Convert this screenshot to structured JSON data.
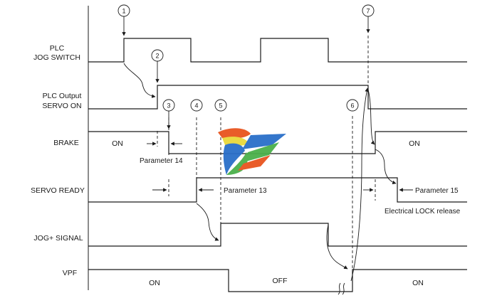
{
  "signals": {
    "plc_jog_switch": [
      "PLC",
      "JOG SWITCH"
    ],
    "plc_output_servo_on": [
      "PLC Output",
      "SERVO ON"
    ],
    "brake": "BRAKE",
    "servo_ready": "SERVO READY",
    "jog_plus_signal": "JOG+ SIGNAL",
    "vpf": "VPF"
  },
  "states": {
    "brake_initial": "ON",
    "brake_final": "ON",
    "vpf_initial": "ON",
    "vpf_middle": "OFF",
    "vpf_final": "ON"
  },
  "parameters": {
    "p14": "Parameter 14",
    "p13": "Parameter 13",
    "p15": "Parameter 15"
  },
  "notes": {
    "electrical_lock": "Electrical LOCK release"
  },
  "markers": [
    "1",
    "2",
    "3",
    "4",
    "5",
    "6",
    "7"
  ],
  "colors": {
    "line": "#1a1a1a",
    "logo_orange": "#e8541e",
    "logo_green": "#4ab04a",
    "logo_blue": "#2a6fc9",
    "logo_yellow": "#e9d93a"
  }
}
